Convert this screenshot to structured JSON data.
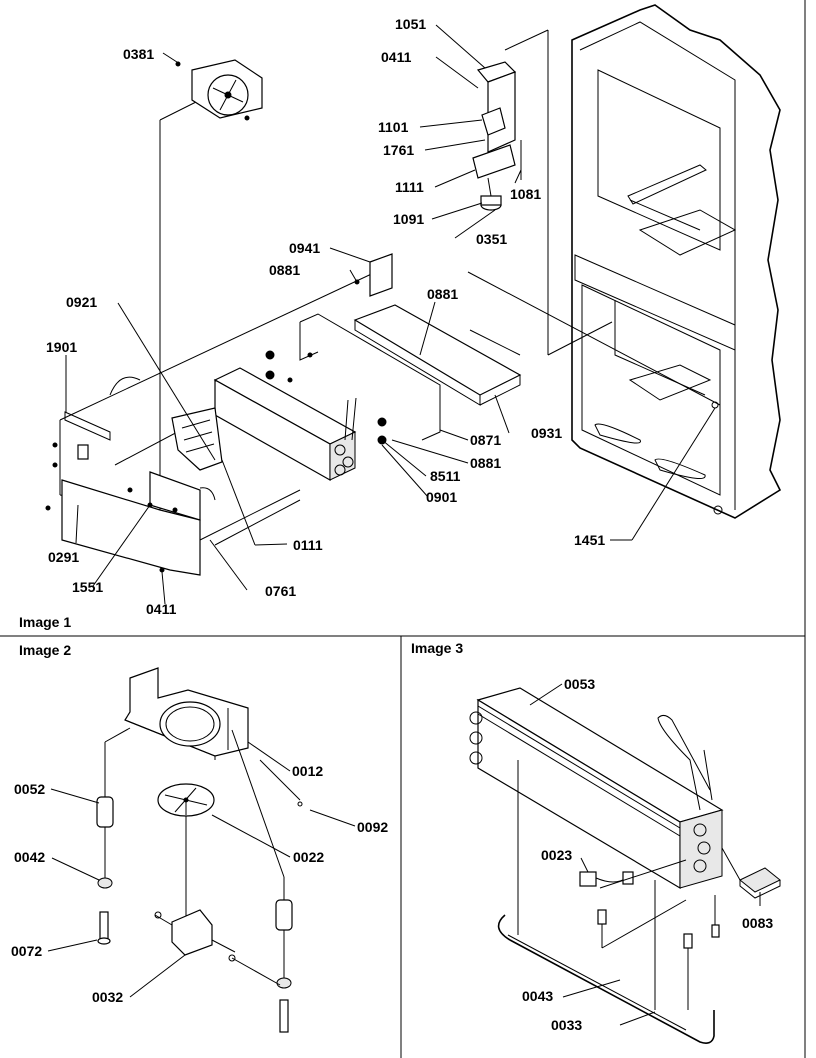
{
  "panels": {
    "image1": "Image 1",
    "image2": "Image 2",
    "image3": "Image 3"
  },
  "image1_labels": [
    "0381",
    "1051",
    "0411",
    "1101",
    "1761",
    "1111",
    "1081",
    "1091",
    "0351",
    "0941",
    "0881",
    "0921",
    "0881",
    "1901",
    "0871",
    "0931",
    "0881",
    "8511",
    "0901",
    "0111",
    "0291",
    "1551",
    "0761",
    "0411",
    "1451"
  ],
  "image2_labels": [
    "0052",
    "0012",
    "0092",
    "0042",
    "0022",
    "0072",
    "0032"
  ],
  "image3_labels": [
    "0053",
    "0023",
    "0083",
    "0043",
    "0033"
  ]
}
